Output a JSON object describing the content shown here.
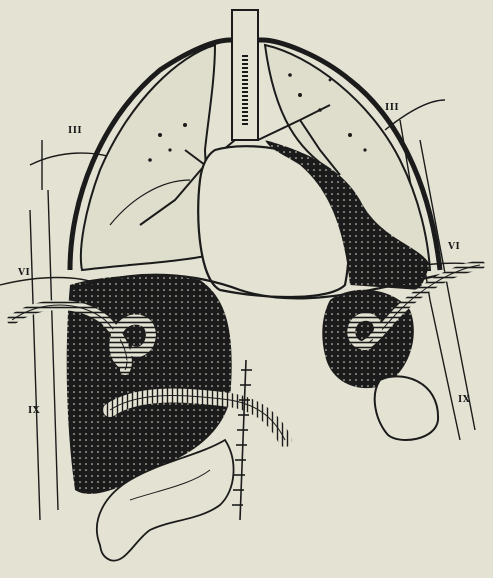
{
  "figure": {
    "labels": {
      "rib_iii_left": "III",
      "rib_iii_right": "III",
      "rib_vi_left": "VI",
      "rib_vi_right": "VI",
      "rib_ix_left": "IX",
      "rib_ix_right": "IX"
    },
    "colors": {
      "background": "#e4e3d3",
      "ink": "#1b1b1b",
      "lung_fill": "#dfdecd"
    }
  }
}
